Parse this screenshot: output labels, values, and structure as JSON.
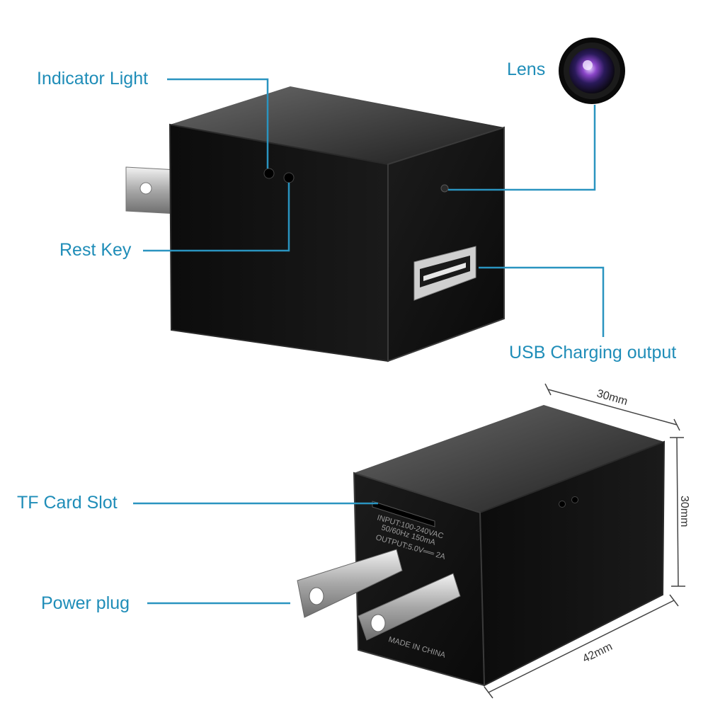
{
  "callouts": {
    "indicator_light": "Indicator Light",
    "rest_key": "Rest Key",
    "lens": "Lens",
    "usb_output": "USB Charging output",
    "tf_card_slot": "TF Card Slot",
    "power_plug": "Power plug"
  },
  "dimensions": {
    "width": "30mm",
    "height": "30mm",
    "length": "42mm"
  },
  "device_label": {
    "input": "INPUT:100-240VAC",
    "freq": "50/60Hz 150mA",
    "output": "OUTPUT:5.0V══ 2A",
    "made_in": "MADE IN CHINA"
  },
  "colors": {
    "callout_text": "#1f8db8",
    "callout_line": "#2a94c0",
    "device_body": "#111111"
  }
}
